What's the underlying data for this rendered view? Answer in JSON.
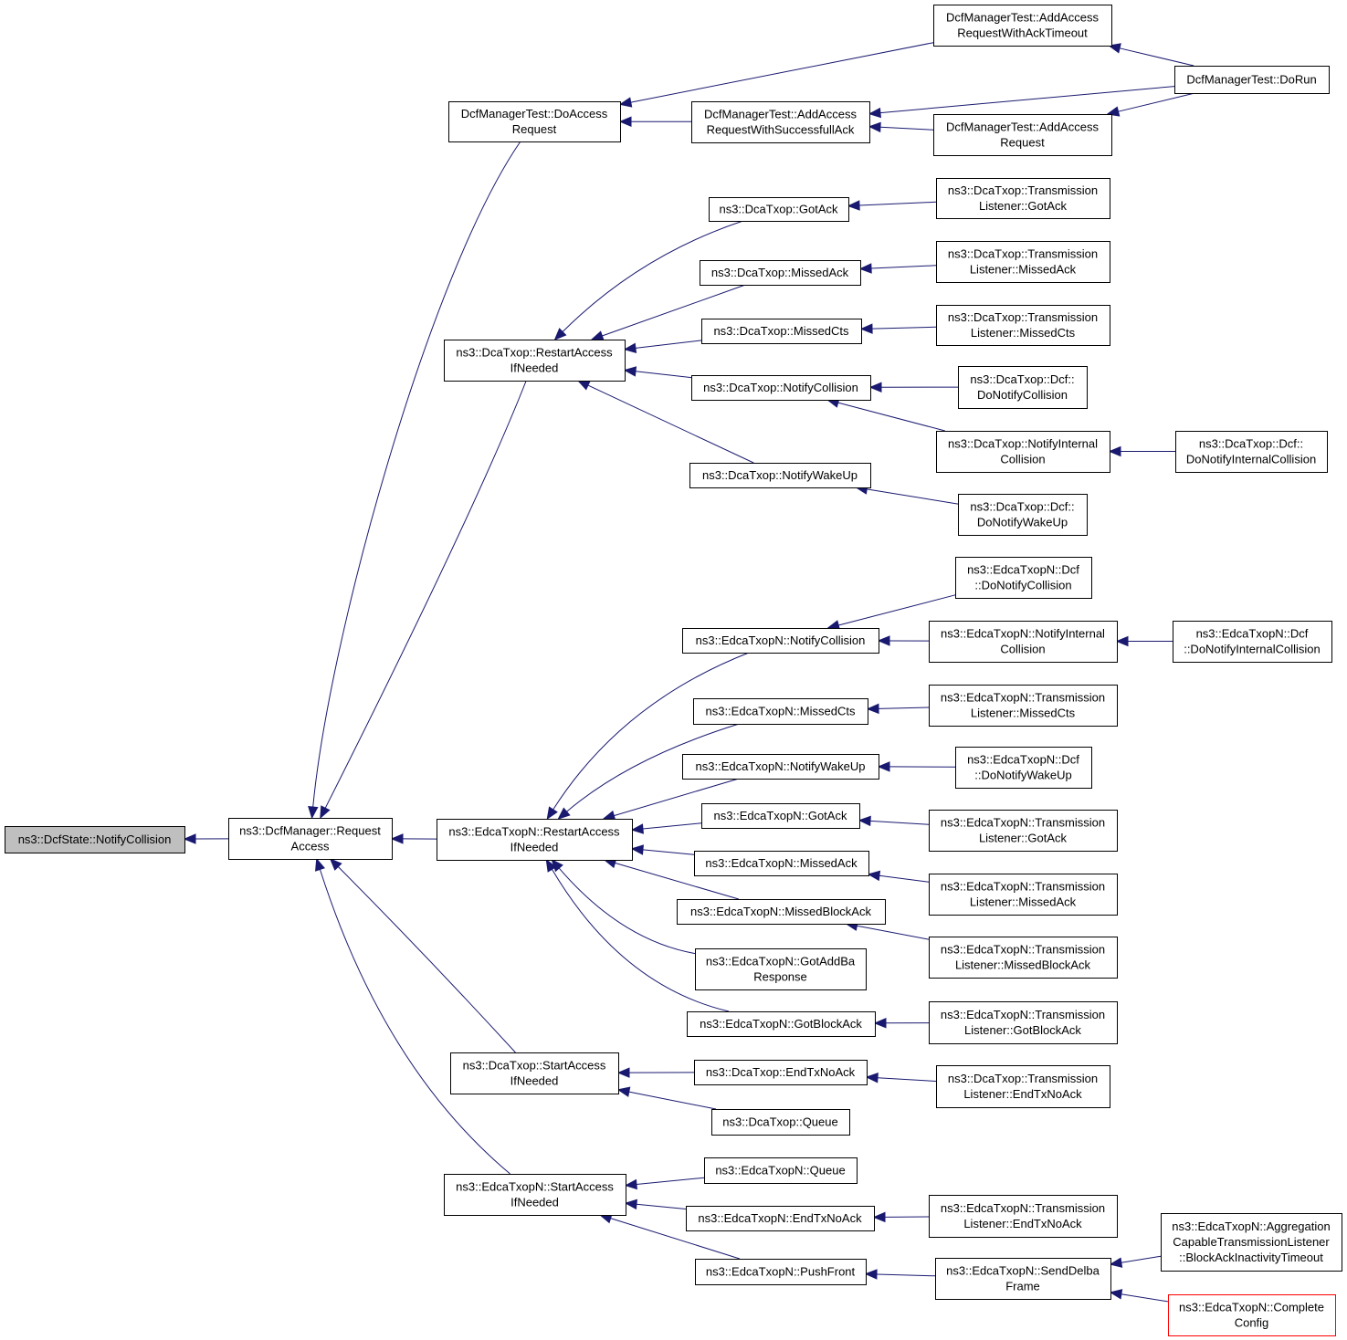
{
  "graph": {
    "nodes": [
      {
        "id": "notify_collision_root",
        "lines": [
          "ns3::DcfState::NotifyCollision"
        ],
        "style": "root"
      },
      {
        "id": "request_access",
        "lines": [
          "ns3::DcfManager::Request",
          "Access"
        ]
      },
      {
        "id": "do_access_request",
        "lines": [
          "DcfManagerTest::DoAccess",
          "Request"
        ]
      },
      {
        "id": "add_access_ack_timeout",
        "lines": [
          "DcfManagerTest::AddAccess",
          "RequestWithAckTimeout"
        ]
      },
      {
        "id": "do_run",
        "lines": [
          "DcfManagerTest::DoRun"
        ]
      },
      {
        "id": "add_access_successful_ack",
        "lines": [
          "DcfManagerTest::AddAccess",
          "RequestWithSuccessfullAck"
        ]
      },
      {
        "id": "add_access_request",
        "lines": [
          "DcfManagerTest::AddAccess",
          "Request"
        ]
      },
      {
        "id": "dca_restart_access",
        "lines": [
          "ns3::DcaTxop::RestartAccess",
          "IfNeeded"
        ]
      },
      {
        "id": "dca_got_ack",
        "lines": [
          "ns3::DcaTxop::GotAck"
        ]
      },
      {
        "id": "dca_tl_got_ack",
        "lines": [
          "ns3::DcaTxop::Transmission",
          "Listener::GotAck"
        ]
      },
      {
        "id": "dca_missed_ack",
        "lines": [
          "ns3::DcaTxop::MissedAck"
        ]
      },
      {
        "id": "dca_tl_missed_ack",
        "lines": [
          "ns3::DcaTxop::Transmission",
          "Listener::MissedAck"
        ]
      },
      {
        "id": "dca_missed_cts",
        "lines": [
          "ns3::DcaTxop::MissedCts"
        ]
      },
      {
        "id": "dca_tl_missed_cts",
        "lines": [
          "ns3::DcaTxop::Transmission",
          "Listener::MissedCts"
        ]
      },
      {
        "id": "dca_notify_collision",
        "lines": [
          "ns3::DcaTxop::NotifyCollision"
        ]
      },
      {
        "id": "dca_dcf_do_notify_collision",
        "lines": [
          "ns3::DcaTxop::Dcf::",
          "DoNotifyCollision"
        ]
      },
      {
        "id": "dca_notify_internal_collision",
        "lines": [
          "ns3::DcaTxop::NotifyInternal",
          "Collision"
        ]
      },
      {
        "id": "dca_dcf_do_notify_internal_collision",
        "lines": [
          "ns3::DcaTxop::Dcf::",
          "DoNotifyInternalCollision"
        ]
      },
      {
        "id": "dca_notify_wakeup",
        "lines": [
          "ns3::DcaTxop::NotifyWakeUp"
        ]
      },
      {
        "id": "dca_dcf_do_notify_wakeup",
        "lines": [
          "ns3::DcaTxop::Dcf::",
          "DoNotifyWakeUp"
        ]
      },
      {
        "id": "edca_dcf_do_notify_collision",
        "lines": [
          "ns3::EdcaTxopN::Dcf",
          "::DoNotifyCollision"
        ]
      },
      {
        "id": "edca_notify_collision",
        "lines": [
          "ns3::EdcaTxopN::NotifyCollision"
        ]
      },
      {
        "id": "edca_notify_internal_collision",
        "lines": [
          "ns3::EdcaTxopN::NotifyInternal",
          "Collision"
        ]
      },
      {
        "id": "edca_dcf_do_notify_internal_collision",
        "lines": [
          "ns3::EdcaTxopN::Dcf",
          "::DoNotifyInternalCollision"
        ]
      },
      {
        "id": "edca_missed_cts",
        "lines": [
          "ns3::EdcaTxopN::MissedCts"
        ]
      },
      {
        "id": "edca_tl_missed_cts",
        "lines": [
          "ns3::EdcaTxopN::Transmission",
          "Listener::MissedCts"
        ]
      },
      {
        "id": "edca_notify_wakeup",
        "lines": [
          "ns3::EdcaTxopN::NotifyWakeUp"
        ]
      },
      {
        "id": "edca_dcf_do_notify_wakeup",
        "lines": [
          "ns3::EdcaTxopN::Dcf",
          "::DoNotifyWakeUp"
        ]
      },
      {
        "id": "edca_restart_access",
        "lines": [
          "ns3::EdcaTxopN::RestartAccess",
          "IfNeeded"
        ]
      },
      {
        "id": "edca_got_ack",
        "lines": [
          "ns3::EdcaTxopN::GotAck"
        ]
      },
      {
        "id": "edca_tl_got_ack",
        "lines": [
          "ns3::EdcaTxopN::Transmission",
          "Listener::GotAck"
        ]
      },
      {
        "id": "edca_missed_ack",
        "lines": [
          "ns3::EdcaTxopN::MissedAck"
        ]
      },
      {
        "id": "edca_tl_missed_ack",
        "lines": [
          "ns3::EdcaTxopN::Transmission",
          "Listener::MissedAck"
        ]
      },
      {
        "id": "edca_missed_block_ack",
        "lines": [
          "ns3::EdcaTxopN::MissedBlockAck"
        ]
      },
      {
        "id": "edca_tl_missed_block_ack",
        "lines": [
          "ns3::EdcaTxopN::Transmission",
          "Listener::MissedBlockAck"
        ]
      },
      {
        "id": "edca_got_addba_response",
        "lines": [
          "ns3::EdcaTxopN::GotAddBa",
          "Response"
        ]
      },
      {
        "id": "edca_got_block_ack",
        "lines": [
          "ns3::EdcaTxopN::GotBlockAck"
        ]
      },
      {
        "id": "edca_tl_got_block_ack",
        "lines": [
          "ns3::EdcaTxopN::Transmission",
          "Listener::GotBlockAck"
        ]
      },
      {
        "id": "dca_start_access",
        "lines": [
          "ns3::DcaTxop::StartAccess",
          "IfNeeded"
        ]
      },
      {
        "id": "dca_end_tx_no_ack",
        "lines": [
          "ns3::DcaTxop::EndTxNoAck"
        ]
      },
      {
        "id": "dca_tl_end_tx_no_ack",
        "lines": [
          "ns3::DcaTxop::Transmission",
          "Listener::EndTxNoAck"
        ]
      },
      {
        "id": "dca_queue",
        "lines": [
          "ns3::DcaTxop::Queue"
        ]
      },
      {
        "id": "edca_queue",
        "lines": [
          "ns3::EdcaTxopN::Queue"
        ]
      },
      {
        "id": "edca_start_access",
        "lines": [
          "ns3::EdcaTxopN::StartAccess",
          "IfNeeded"
        ]
      },
      {
        "id": "edca_end_tx_no_ack",
        "lines": [
          "ns3::EdcaTxopN::EndTxNoAck"
        ]
      },
      {
        "id": "edca_tl_end_tx_no_ack",
        "lines": [
          "ns3::EdcaTxopN::Transmission",
          "Listener::EndTxNoAck"
        ]
      },
      {
        "id": "edca_push_front",
        "lines": [
          "ns3::EdcaTxopN::PushFront"
        ]
      },
      {
        "id": "edca_send_delba_frame",
        "lines": [
          "ns3::EdcaTxopN::SendDelba",
          "Frame"
        ]
      },
      {
        "id": "edca_aggregation_listener_timeout",
        "lines": [
          "ns3::EdcaTxopN::Aggregation",
          "CapableTransmissionListener",
          "::BlockAckInactivityTimeout"
        ]
      },
      {
        "id": "edca_complete_config",
        "lines": [
          "ns3::EdcaTxopN::Complete",
          "Config"
        ],
        "style": "red"
      }
    ],
    "edges": [
      {
        "from": "request_access",
        "to": "notify_collision_root"
      },
      {
        "from": "do_access_request",
        "to": "request_access"
      },
      {
        "from": "dca_restart_access",
        "to": "request_access"
      },
      {
        "from": "edca_restart_access",
        "to": "request_access"
      },
      {
        "from": "dca_start_access",
        "to": "request_access"
      },
      {
        "from": "edca_start_access",
        "to": "request_access"
      },
      {
        "from": "add_access_ack_timeout",
        "to": "do_access_request"
      },
      {
        "from": "add_access_successful_ack",
        "to": "do_access_request"
      },
      {
        "from": "do_run",
        "to": "add_access_ack_timeout"
      },
      {
        "from": "do_run",
        "to": "add_access_successful_ack"
      },
      {
        "from": "add_access_request",
        "to": "add_access_successful_ack"
      },
      {
        "from": "do_run",
        "to": "add_access_request"
      },
      {
        "from": "dca_got_ack",
        "to": "dca_restart_access"
      },
      {
        "from": "dca_missed_ack",
        "to": "dca_restart_access"
      },
      {
        "from": "dca_missed_cts",
        "to": "dca_restart_access"
      },
      {
        "from": "dca_notify_collision",
        "to": "dca_restart_access"
      },
      {
        "from": "dca_notify_wakeup",
        "to": "dca_restart_access"
      },
      {
        "from": "dca_tl_got_ack",
        "to": "dca_got_ack"
      },
      {
        "from": "dca_tl_missed_ack",
        "to": "dca_missed_ack"
      },
      {
        "from": "dca_tl_missed_cts",
        "to": "dca_missed_cts"
      },
      {
        "from": "dca_dcf_do_notify_collision",
        "to": "dca_notify_collision"
      },
      {
        "from": "dca_notify_internal_collision",
        "to": "dca_notify_collision"
      },
      {
        "from": "dca_dcf_do_notify_internal_collision",
        "to": "dca_notify_internal_collision"
      },
      {
        "from": "dca_dcf_do_notify_wakeup",
        "to": "dca_notify_wakeup"
      },
      {
        "from": "edca_notify_collision",
        "to": "edca_restart_access"
      },
      {
        "from": "edca_missed_cts",
        "to": "edca_restart_access"
      },
      {
        "from": "edca_notify_wakeup",
        "to": "edca_restart_access"
      },
      {
        "from": "edca_got_ack",
        "to": "edca_restart_access"
      },
      {
        "from": "edca_missed_ack",
        "to": "edca_restart_access"
      },
      {
        "from": "edca_missed_block_ack",
        "to": "edca_restart_access"
      },
      {
        "from": "edca_got_addba_response",
        "to": "edca_restart_access"
      },
      {
        "from": "edca_got_block_ack",
        "to": "edca_restart_access"
      },
      {
        "from": "edca_dcf_do_notify_collision",
        "to": "edca_notify_collision"
      },
      {
        "from": "edca_notify_internal_collision",
        "to": "edca_notify_collision"
      },
      {
        "from": "edca_dcf_do_notify_internal_collision",
        "to": "edca_notify_internal_collision"
      },
      {
        "from": "edca_tl_missed_cts",
        "to": "edca_missed_cts"
      },
      {
        "from": "edca_dcf_do_notify_wakeup",
        "to": "edca_notify_wakeup"
      },
      {
        "from": "edca_tl_got_ack",
        "to": "edca_got_ack"
      },
      {
        "from": "edca_tl_missed_ack",
        "to": "edca_missed_ack"
      },
      {
        "from": "edca_tl_missed_block_ack",
        "to": "edca_missed_block_ack"
      },
      {
        "from": "edca_tl_got_block_ack",
        "to": "edca_got_block_ack"
      },
      {
        "from": "dca_end_tx_no_ack",
        "to": "dca_start_access"
      },
      {
        "from": "dca_queue",
        "to": "dca_start_access"
      },
      {
        "from": "dca_tl_end_tx_no_ack",
        "to": "dca_end_tx_no_ack"
      },
      {
        "from": "edca_queue",
        "to": "edca_start_access"
      },
      {
        "from": "edca_end_tx_no_ack",
        "to": "edca_start_access"
      },
      {
        "from": "edca_push_front",
        "to": "edca_start_access"
      },
      {
        "from": "edca_tl_end_tx_no_ack",
        "to": "edca_end_tx_no_ack"
      },
      {
        "from": "edca_send_delba_frame",
        "to": "edca_push_front"
      },
      {
        "from": "edca_aggregation_listener_timeout",
        "to": "edca_send_delba_frame"
      },
      {
        "from": "edca_complete_config",
        "to": "edca_send_delba_frame"
      }
    ],
    "colors": {
      "edge": "#191970",
      "box_border": "#000000",
      "root_fill": "#bfbfbf",
      "highlight_border": "#ff0000"
    }
  }
}
